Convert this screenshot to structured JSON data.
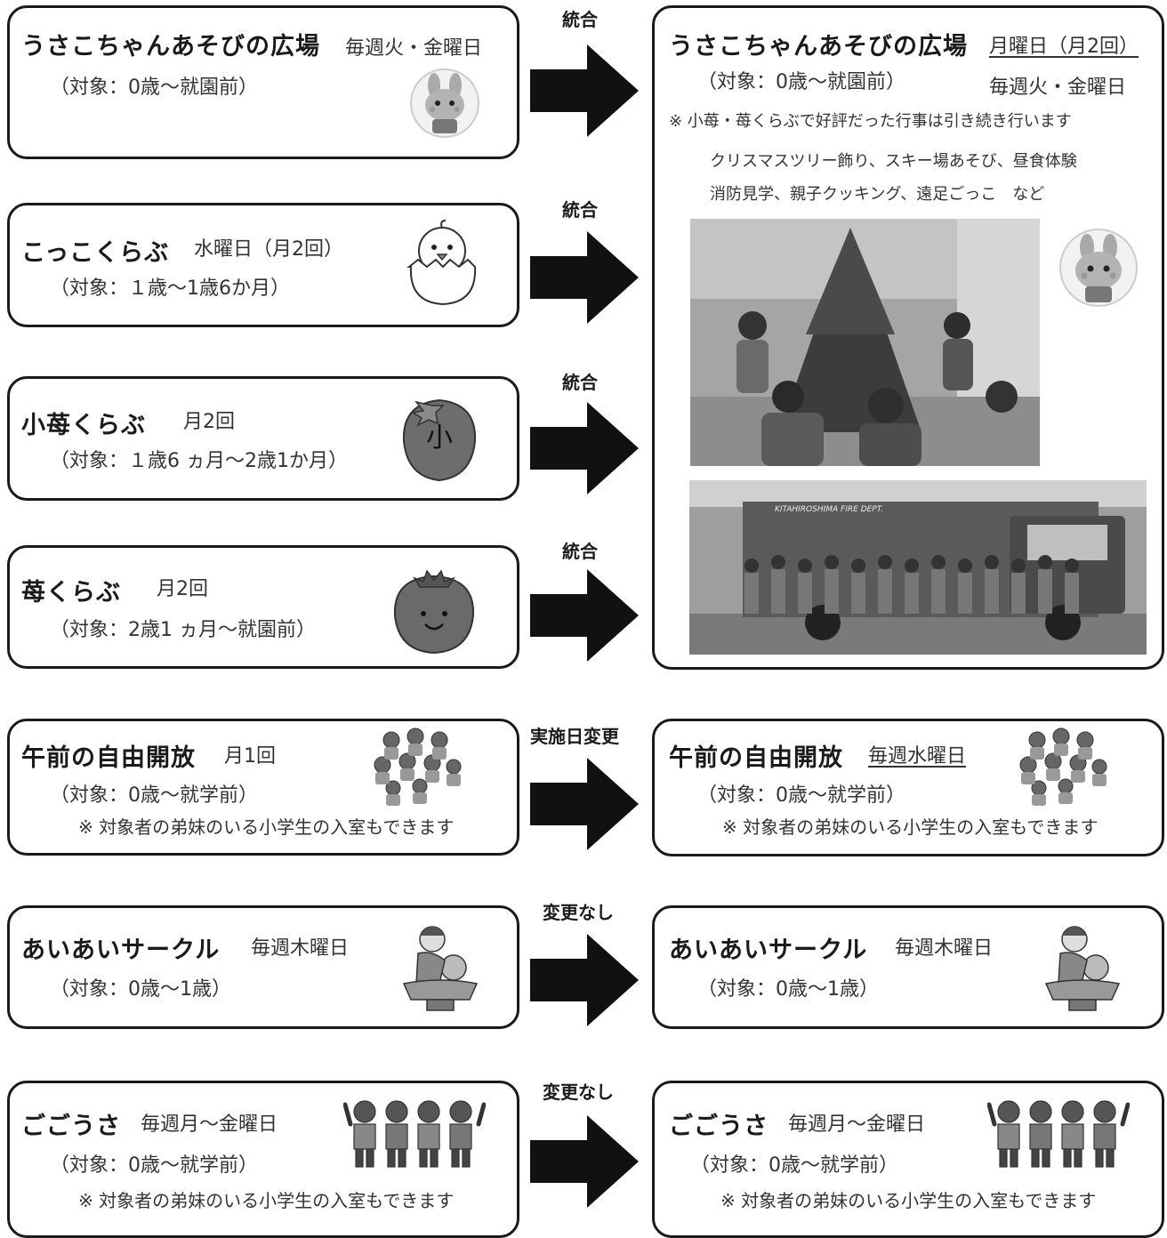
{
  "left": {
    "usako": {
      "title": "うさこちゃんあそびの広場",
      "schedule": "毎週火・金曜日",
      "target": "（対象：0歳～就園前）"
    },
    "kokko": {
      "title": "こっこくらぶ",
      "schedule": "水曜日（月2回）",
      "target": "（対象：１歳～1歳6か月）"
    },
    "koichigo": {
      "title": "小苺くらぶ",
      "schedule": "月2回",
      "target": "（対象：１歳6 ヵ月～2歳1か月）"
    },
    "ichigo": {
      "title": "苺くらぶ",
      "schedule": "月2回",
      "target": "（対象：2歳1 ヵ月～就園前）"
    },
    "gozen": {
      "title": "午前の自由開放",
      "schedule": "月1回",
      "target": "（対象：0歳～就学前）",
      "note": "※ 対象者の弟妹のいる小学生の入室もできます"
    },
    "aiai": {
      "title": "あいあいサークル",
      "schedule": "毎週木曜日",
      "target": "（対象：0歳～1歳）"
    },
    "gogo": {
      "title": "ごごうさ",
      "schedule": "毎週月～金曜日",
      "target": "（対象：0歳～就学前）",
      "note": "※ 対象者の弟妹のいる小学生の入室もできます"
    }
  },
  "arrows": {
    "a1": "統合",
    "a2": "統合",
    "a3": "統合",
    "a4": "統合",
    "a5": "実施日変更",
    "a6": "変更なし",
    "a7": "変更なし"
  },
  "right": {
    "usako": {
      "title": "うさこちゃんあそびの広場",
      "schedule_new": "月曜日（月2回）",
      "target": "（対象：0歳～就園前）",
      "schedule": "毎週火・金曜日",
      "note": "※ 小苺・苺くらぶで好評だった行事は引き続き行います",
      "events1": "クリスマスツリー飾り、スキー場あそび、昼食体験",
      "events2": "消防見学、親子クッキング、遠足ごっこ　など",
      "photo2_text": "KITAHIROSHIMA FIRE DEPT."
    },
    "gozen": {
      "title": "午前の自由開放",
      "schedule": "毎週水曜日",
      "target": "（対象：0歳～就学前）",
      "note": "※ 対象者の弟妹のいる小学生の入室もできます"
    },
    "aiai": {
      "title": "あいあいサークル",
      "schedule": "毎週木曜日",
      "target": "（対象：0歳～1歳）"
    },
    "gogo": {
      "title": "ごごうさ",
      "schedule": "毎週月～金曜日",
      "target": "（対象：0歳～就学前）",
      "note": "※ 対象者の弟妹のいる小学生の入室もできます"
    }
  },
  "icons": {
    "rabbit": "rabbit-icon",
    "chick": "chick-icon",
    "small_strawberry": "small-strawberry-icon",
    "strawberry": "strawberry-icon",
    "kids_group": "kids-group-icon",
    "parent_child": "parent-child-icon",
    "cheering_kids": "cheering-kids-icon"
  },
  "colors": {
    "border": "#1a1a1a",
    "arrow": "#111111",
    "photo_bg": "#888888"
  }
}
